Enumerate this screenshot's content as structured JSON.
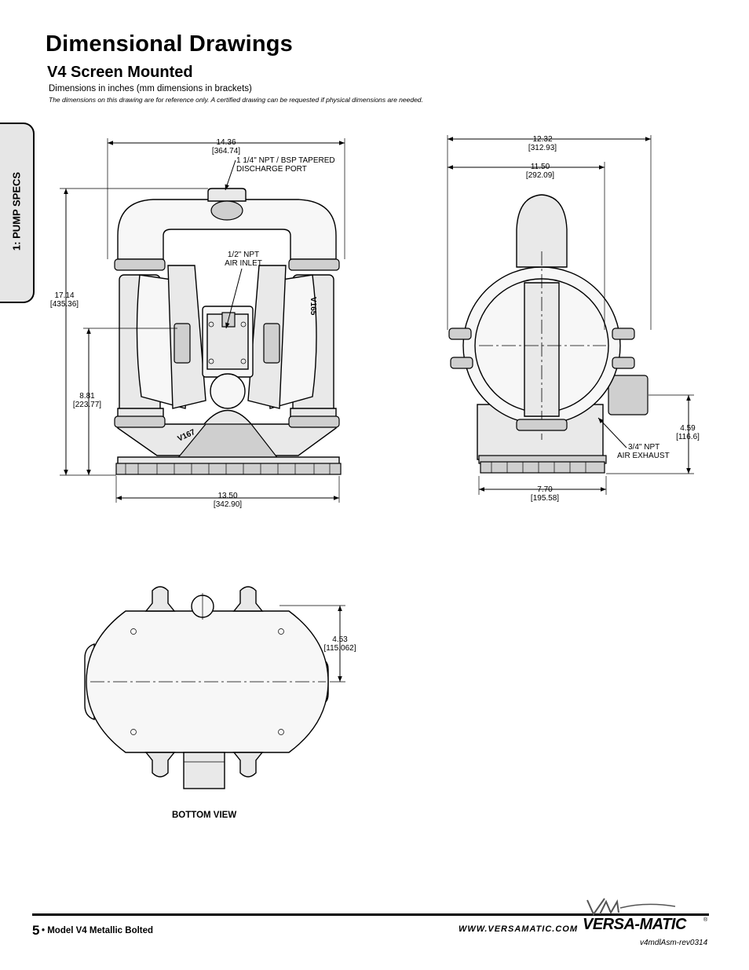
{
  "header": {
    "title": "Dimensional Drawings",
    "subtitle": "V4 Screen Mounted",
    "units_note": "Dimensions in inches (mm dimensions in brackets)",
    "disclaimer": "The dimensions on this drawing are for reference only.  A certified drawing can be requested if physical dimensions are needed."
  },
  "side_tab": {
    "label": "1: PUMP SPECS"
  },
  "front_view": {
    "overall_width": {
      "in": "14.36",
      "mm": "[364.74]"
    },
    "discharge_port_callout": [
      "1 1/4\" NPT / BSP TAPERED",
      "DISCHARGE PORT"
    ],
    "air_inlet_callout": [
      "1/2\" NPT",
      "AIR INLET"
    ],
    "overall_height": {
      "in": "17.14",
      "mm": "[435.36]"
    },
    "inlet_height": {
      "in": "8.81",
      "mm": "[223.77]"
    },
    "base_width": {
      "in": "13.50",
      "mm": "[342.90]"
    },
    "stamp_right": "V165",
    "stamp_left": "V167"
  },
  "side_view": {
    "overall_width": {
      "in": "12.32",
      "mm": "[312.93]"
    },
    "flange_width": {
      "in": "11.50",
      "mm": "[292.09]"
    },
    "exhaust_height": {
      "in": "4.59",
      "mm": "[116.6]"
    },
    "air_exhaust_callout": [
      "3/4\" NPT",
      "AIR EXHAUST"
    ],
    "base_depth": {
      "in": "7.70",
      "mm": "[195.58]"
    }
  },
  "bottom_view": {
    "label": "BOTTOM VIEW",
    "offset": {
      "in": "4.53",
      "mm": "[115.062]"
    }
  },
  "footer": {
    "page_number": "5",
    "model": "• Model V4 Metallic Bolted",
    "url": "WWW.VERSAMATIC.COM",
    "brand": "VERSA-MATIC",
    "brand_reg": "®",
    "doc_code": "v4mdlAsm-rev0314"
  }
}
